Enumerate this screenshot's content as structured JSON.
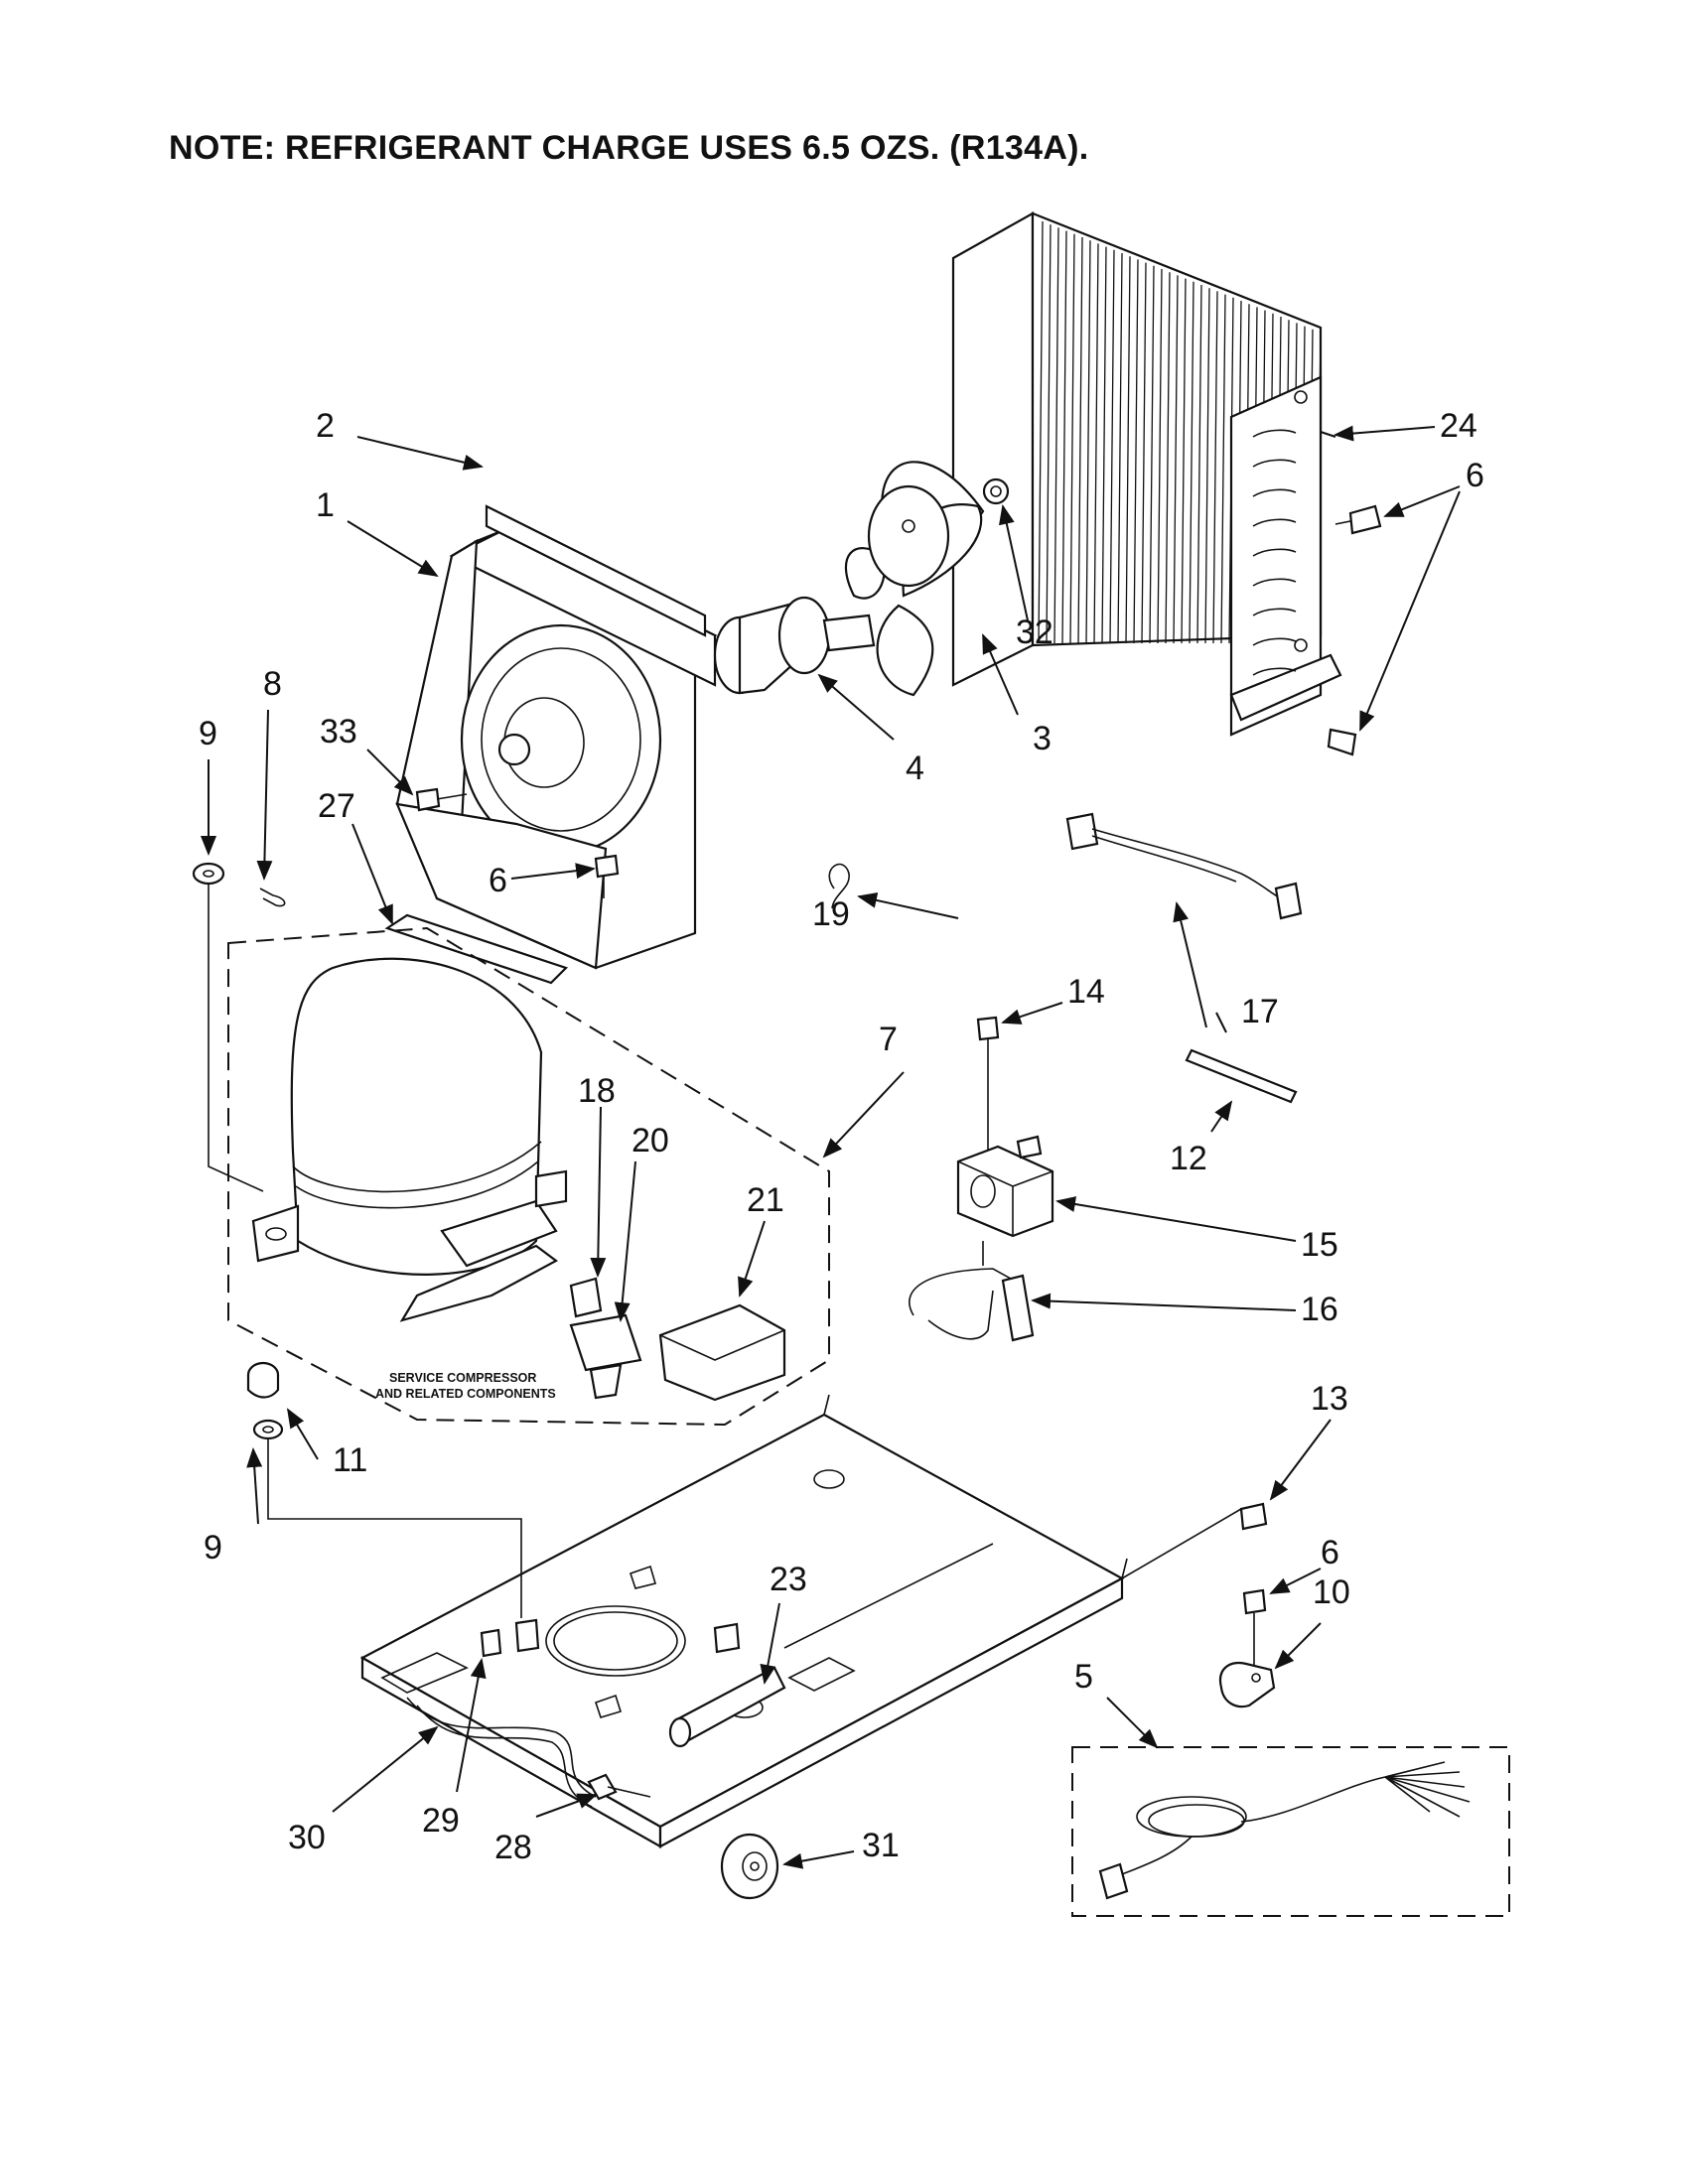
{
  "note": "NOTE: REFRIGERANT CHARGE USES 6.5 OZS. (R134A).",
  "service_label_line1": "SERVICE COMPRESSOR",
  "service_label_line2": "AND RELATED COMPONENTS",
  "callouts": {
    "c1": "1",
    "c2": "2",
    "c3": "3",
    "c4": "4",
    "c5": "5",
    "c6a": "6",
    "c6b": "6",
    "c6c": "6",
    "c7": "7",
    "c8": "8",
    "c9a": "9",
    "c9b": "9",
    "c10": "10",
    "c11": "11",
    "c12": "12",
    "c13": "13",
    "c14": "14",
    "c15": "15",
    "c16": "16",
    "c17": "17",
    "c18": "18",
    "c19": "19",
    "c20": "20",
    "c21": "21",
    "c23": "23",
    "c24": "24",
    "c27": "27",
    "c28": "28",
    "c29": "29",
    "c30": "30",
    "c31": "31",
    "c32": "32",
    "c33": "33"
  }
}
